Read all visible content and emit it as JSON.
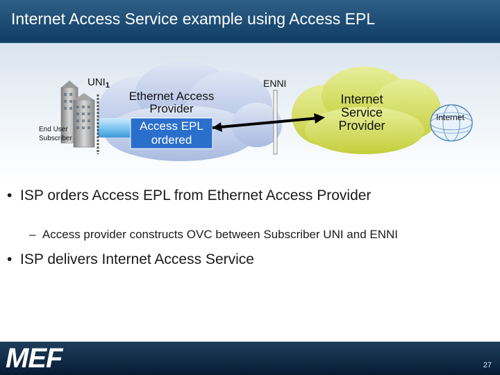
{
  "slide": {
    "title": "Internet Access Service example using Access EPL",
    "page_number": "27",
    "logo_text": "MEF"
  },
  "diagram": {
    "uni_label_main": "UNI",
    "uni_label_sub": "1",
    "enni_label": "ENNI",
    "end_user_line1": "End User",
    "end_user_line2": "Subscriber",
    "eap_line1": "Ethernet Access",
    "eap_line2": "Provider",
    "epl_line1": "Access EPL",
    "epl_line2": "ordered",
    "isp_line1": "Internet",
    "isp_line2": "Service",
    "isp_line3": "Provider",
    "internet_label": "Internet",
    "colors": {
      "eap_cloud": "#b8c7e6",
      "isp_cloud": "#d2dc5a",
      "epl_box": "#2b6fcc",
      "header": "#0f3d64"
    }
  },
  "bullets": {
    "b1": "ISP orders Access EPL from Ethernet Access Provider",
    "b1_sub": "Access provider  constructs OVC between Subscriber UNI and ENNI",
    "b2": "ISP delivers Internet Access Service"
  }
}
